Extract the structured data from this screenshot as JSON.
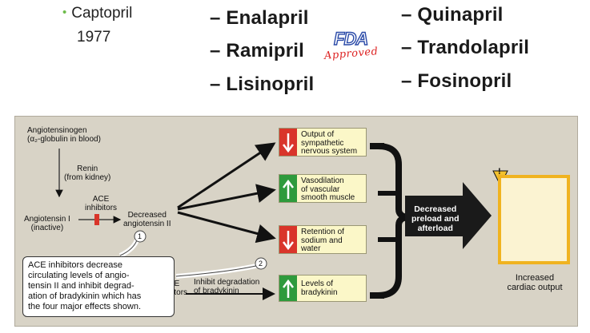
{
  "drugs": {
    "first": {
      "name": "Captopril",
      "year": "1977"
    },
    "col1": [
      "– Enalapril",
      "– Ramipril",
      "– Lisinopril"
    ],
    "col2": [
      "– Quinapril",
      "– Trandolapril",
      "– Fosinopril"
    ]
  },
  "fda_logo": {
    "word": "FDA",
    "stamp": "Approved"
  },
  "diagram": {
    "angiotensinogen": "Angiotensinogen\n(α₂-globulin in blood)",
    "renin": "Renin\n(from kidney)",
    "ace_inhibitors_top": "ACE\ninhibitors",
    "angiotensin_i": "Angiotensin I\n(inactive)",
    "decreased_angiotensin_ii": "Decreased\nangiotensin II",
    "effects": [
      {
        "label": "Output of\nsympathetic\nnervous system",
        "direction": "down",
        "color": "#d9352a"
      },
      {
        "label": "Vasodilation\nof vascular\nsmooth muscle",
        "direction": "up",
        "color": "#2e9a3c"
      },
      {
        "label": "Retention of\nsodium and\nwater",
        "direction": "down",
        "color": "#d9352a"
      },
      {
        "label": "Levels of\nbradykinin",
        "direction": "up",
        "color": "#2e9a3c"
      }
    ],
    "ace_inhibitors_bottom": "ACE\ninhibitors",
    "inhibit_bradykinin": "Inhibit degradation\nof bradykinin",
    "result_arrow": "Decreased\npreload and\nafterload",
    "warning_symbol": "!",
    "callout_marker_1": "1",
    "callout_marker_2": "2",
    "callout": "ACE inhibitors decrease\ncirculating levels of angio-\ntensin II and inhibit degrad-\nation of bradykinin which has\nthe four major effects shown.",
    "outcome": "Increased\ncardiac output"
  },
  "colors": {
    "panel_bg": "#d8d3c6",
    "effect_bg": "#fbf7c8",
    "heart_border": "#f0b320",
    "bullet": "#6dbb4a"
  }
}
